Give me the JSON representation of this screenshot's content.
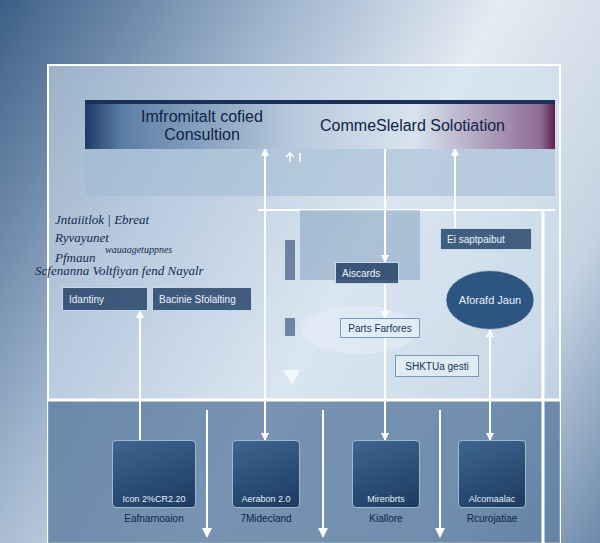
{
  "diagram": {
    "nodes": [
      {
        "text": [
          "Imfromitalt cofied Consultion",
          "CommeSlelard Solotiation"
        ]
      },
      {
        "text": [
          "Idantiny"
        ]
      },
      {
        "text": [
          "Bacinie Sfolalting"
        ]
      },
      {
        "text": [
          "Aiscards"
        ]
      },
      {
        "text": [
          "Ei saptpaibut"
        ]
      },
      {
        "text": [
          "Aforafd Jaun"
        ]
      },
      {
        "text": [
          "SHKTUa gesti"
        ]
      },
      {
        "text": [
          "Parts Farfores"
        ]
      },
      {
        "text": [
          "Icon 2%CR2.20",
          "Eafnarnoaion"
        ]
      },
      {
        "text": [
          "Aerabon 2.0",
          "7Midecland"
        ]
      },
      {
        "text": [
          "Mirenbrts",
          "Kiallore"
        ]
      },
      {
        "text": [
          "Alcomaalac",
          "Rcurojatiae"
        ]
      }
    ],
    "edges": [
      {
        "from": 0,
        "to": 3,
        "arrow": "to"
      },
      {
        "from": 0,
        "to": 9,
        "arrow": "both"
      },
      {
        "from": 3,
        "to": 7,
        "arrow": "to"
      },
      {
        "from": 7,
        "to": 10,
        "arrow": "to"
      },
      {
        "from": 4,
        "to": 0,
        "arrow": "to"
      },
      {
        "from": 5,
        "to": 11,
        "arrow": "both"
      },
      {
        "from": 8,
        "to": 1,
        "arrow": "to"
      }
    ],
    "labels": [
      "Jntaiitlok | Ebreat",
      "Ryvayunet",
      "Pfmaun",
      "wauaagetuppnes",
      "Scfenanna Voltfiyan fend Nayalr"
    ]
  }
}
